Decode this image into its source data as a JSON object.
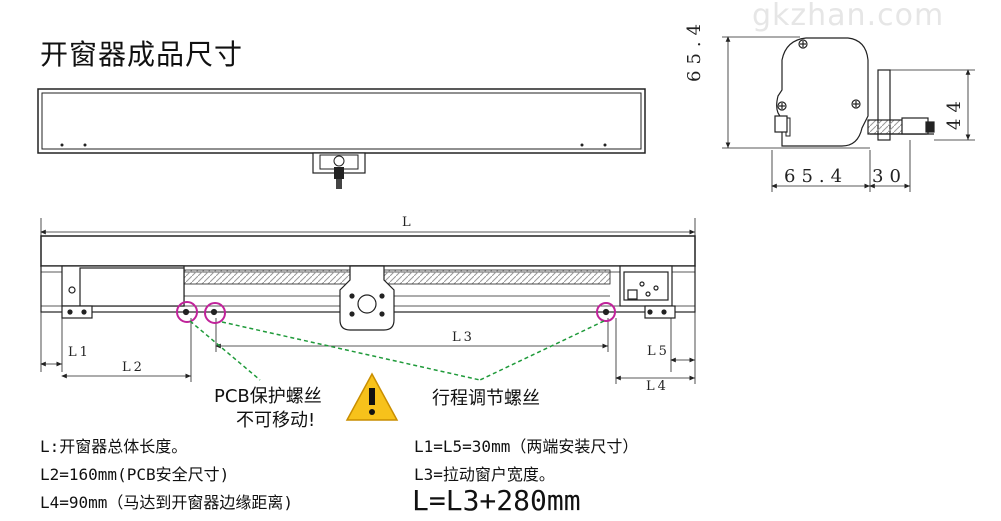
{
  "title": "开窗器成品尺寸",
  "watermark": "gkzhan.com",
  "side_view": {
    "height_total": "65.4",
    "height_partial": "44",
    "width_body": "65.4",
    "width_bracket": "30"
  },
  "front_view": {
    "dim_L": "L",
    "dim_L1": "L1",
    "dim_L2": "L2",
    "dim_L3": "L3",
    "dim_L4": "L4",
    "dim_L5": "L5"
  },
  "callouts": {
    "pcb_line1": "PCB保护螺丝",
    "pcb_line2": "不可移动!",
    "travel_screw": "行程调节螺丝"
  },
  "notes": {
    "n1": "L:开窗器总体长度。",
    "n2": "L2=160mm(PCB安全尺寸)",
    "n3": "L4=90mm（马达到开窗器边缘距离)",
    "n4": "L1=L5=30mm（两端安装尺寸）",
    "n5": "L3=拉动窗户宽度。",
    "formula": "L=L3+280mm"
  },
  "colors": {
    "line": "#222222",
    "callout_circle": "#c0239a",
    "callout_dash": "#1f9a3a",
    "warning_fill": "#f7c21b"
  },
  "icons": [
    "warning-icon"
  ]
}
